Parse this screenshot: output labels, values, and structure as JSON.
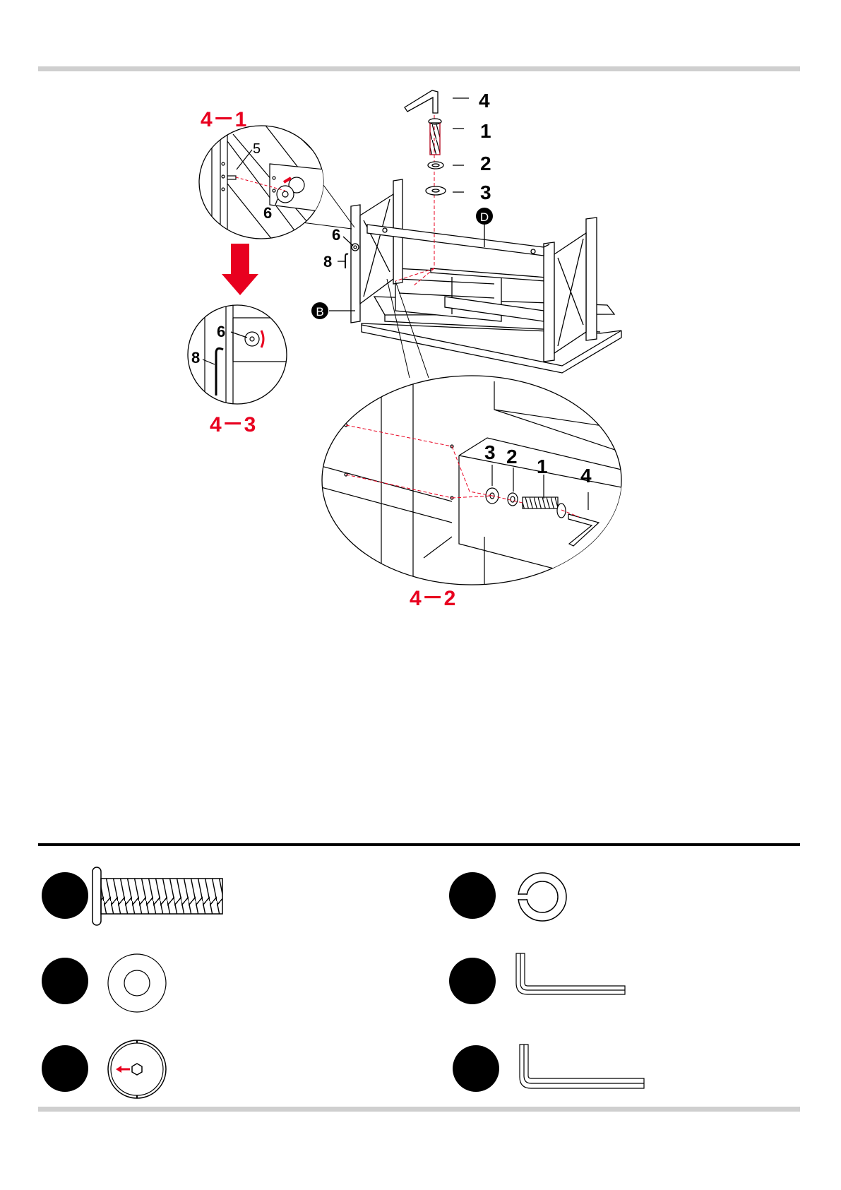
{
  "step_labels": {
    "s41": "4－1",
    "s42": "4－2",
    "s43": "4－3"
  },
  "callouts": {
    "allen_key": "4",
    "bolt": "1",
    "lock_washer": "2",
    "flat_washer": "3",
    "cam_lock": "6",
    "cam_dowel": "5",
    "screwdriver": "8",
    "panel_b": "B",
    "panel_d": "D"
  },
  "colors": {
    "accent_red": "#e8001f",
    "line": "#000000",
    "rule_gray": "#cfcfcf"
  },
  "parts_list": [
    {
      "icon": "bolt-icon"
    },
    {
      "icon": "split-lock-washer-icon"
    },
    {
      "icon": "flat-washer-icon"
    },
    {
      "icon": "small-allen-key-icon"
    },
    {
      "icon": "cam-lock-icon"
    },
    {
      "icon": "large-allen-key-icon"
    }
  ]
}
